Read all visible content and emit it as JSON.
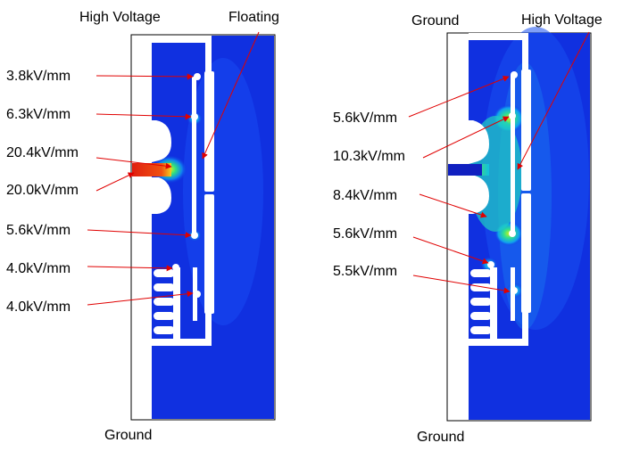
{
  "left_panel": {
    "top_label": "High Voltage",
    "floating_label": "Floating",
    "bottom_label": "Ground",
    "field_labels": [
      "3.8kV/mm",
      "6.3kV/mm",
      "20.4kV/mm",
      "20.0kV/mm",
      "5.6kV/mm",
      "4.0kV/mm",
      "4.0kV/mm"
    ]
  },
  "right_panel": {
    "top_left_label": "Ground",
    "top_right_label": "High Voltage",
    "bottom_label": "Ground",
    "field_labels": [
      "5.6kV/mm",
      "10.3kV/mm",
      "8.4kV/mm",
      "5.6kV/mm",
      "5.5kV/mm"
    ]
  },
  "colors": {
    "field_low": "#1030e0",
    "field_mid": "#10c8e0",
    "field_high": "#e83010",
    "annotation_line": "#e00000",
    "structure": "#ffffff"
  }
}
